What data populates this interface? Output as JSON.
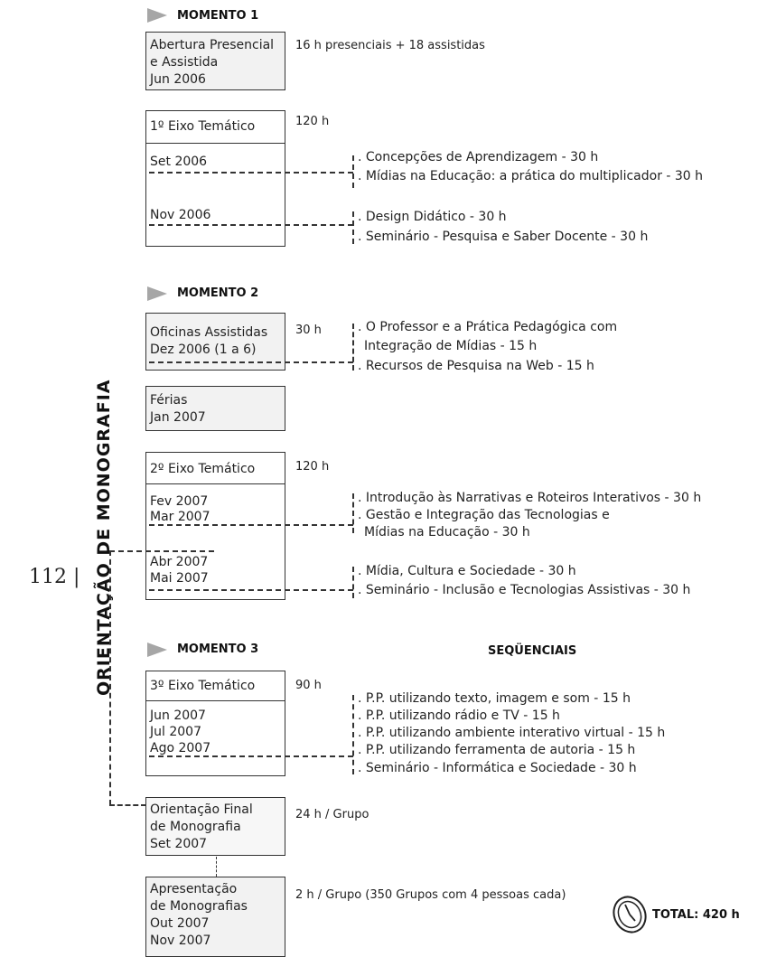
{
  "page_number": "112",
  "vertical_label": "ORIENTAÇÃO DE MONOGRAFIA",
  "seq_header": "SEQÜENCIAIS",
  "total": "TOTAL: 420 h",
  "m1": {
    "title": "MOMENTO 1",
    "abertura": [
      "Abertura Presencial",
      "e Assistida",
      "Jun 2006"
    ],
    "abertura_note": "16 h presenciais + 18 assistidas",
    "eixo_title": "1º Eixo Temático",
    "eixo_hours": "120 h",
    "eixo_dates": [
      "Set 2006",
      "Nov 2006"
    ],
    "items_a": [
      ". Concepções de Aprendizagem - 30 h",
      ". Mídias na Educação: a prática do multiplicador - 30 h"
    ],
    "items_b": [
      ". Design Didático - 30 h",
      ". Seminário - Pesquisa e Saber Docente - 30 h"
    ]
  },
  "m2": {
    "title": "MOMENTO 2",
    "oficinas": [
      "Oficinas Assistidas",
      "Dez 2006 (1 a 6)"
    ],
    "oficinas_hours": "30 h",
    "oficinas_items": [
      ". O Professor e a Prática Pedagógica com",
      "Integração de Mídias - 15 h",
      ". Recursos de Pesquisa na Web - 15 h"
    ],
    "ferias": [
      "Férias",
      "Jan 2007"
    ],
    "eixo_title": "2º Eixo Temático",
    "eixo_hours": "120 h",
    "dates_a": [
      "Fev 2007",
      "Mar 2007"
    ],
    "dates_b": [
      "Abr 2007",
      "Mai 2007"
    ],
    "items_a": [
      ". Introdução às Narrativas e Roteiros Interativos - 30 h",
      ". Gestão e Integração das Tecnologias e",
      "Mídias na Educação - 30 h"
    ],
    "items_b": [
      ". Mídia, Cultura e Sociedade - 30 h",
      ". Seminário - Inclusão e Tecnologias Assistivas - 30 h"
    ]
  },
  "m3": {
    "title": "MOMENTO 3",
    "eixo_title": "3º Eixo Temático",
    "eixo_hours": "90 h",
    "dates": [
      "Jun 2007",
      "Jul 2007",
      "Ago 2007"
    ],
    "items": [
      ". P.P. utilizando texto, imagem e som - 15 h",
      ". P.P. utilizando rádio e TV - 15 h",
      ". P.P. utilizando ambiente interativo virtual - 15 h",
      ". P.P. utilizando ferramenta de autoria - 15 h",
      ". Seminário - Informática e Sociedade - 30 h"
    ],
    "orientacao": [
      "Orientação Final",
      "de Monografia",
      "Set 2007"
    ],
    "orientacao_note": "24 h / Grupo",
    "apresentacao": [
      "Apresentação",
      "de Monografias",
      "Out 2007",
      "Nov 2007"
    ],
    "apresentacao_note": "2 h / Grupo (350 Grupos com 4 pessoas cada)"
  },
  "icons": {
    "clock": "clock-icon",
    "arrow": "triangle-arrow-icon"
  }
}
